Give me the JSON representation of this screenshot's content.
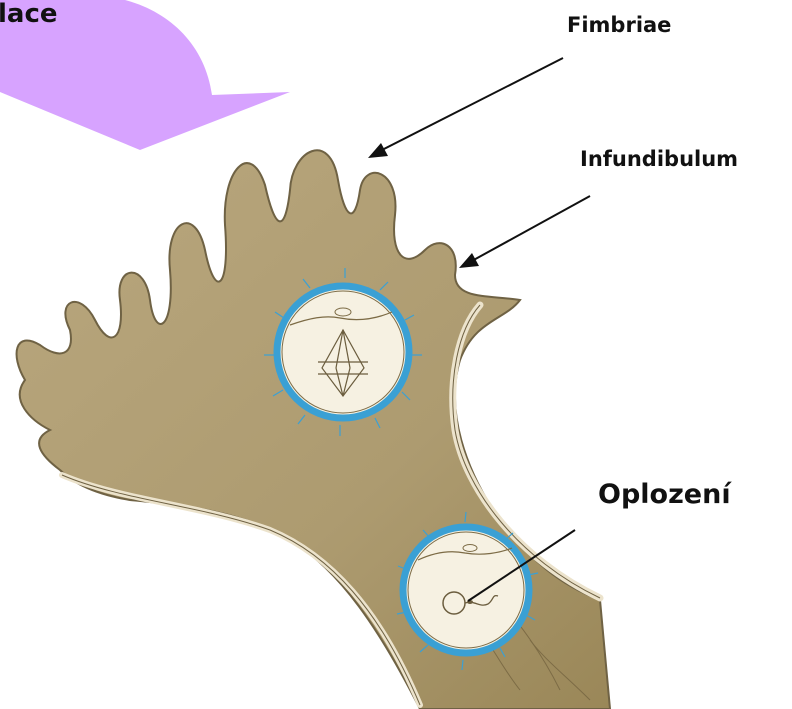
{
  "labels": {
    "arrow_text": "lace",
    "fimbriae": "Fimbriae",
    "infundibulum": "Infundibulum",
    "fertilization": "Oplození"
  },
  "colors": {
    "arrow": "#d7a3ff",
    "tube_fill": "#b2a077",
    "tube_dark": "#9e8a5c",
    "tube_outline": "#6f6244",
    "wall_stripe": "#ece3cc",
    "egg_ring": "#3aa0d4",
    "egg_inner": "#f6f1e2",
    "leader_line": "#111111"
  },
  "icons": {
    "egg_upper": "oocyte-metaphase-spindle-icon",
    "egg_lower": "oocyte-with-sperm-icon"
  }
}
